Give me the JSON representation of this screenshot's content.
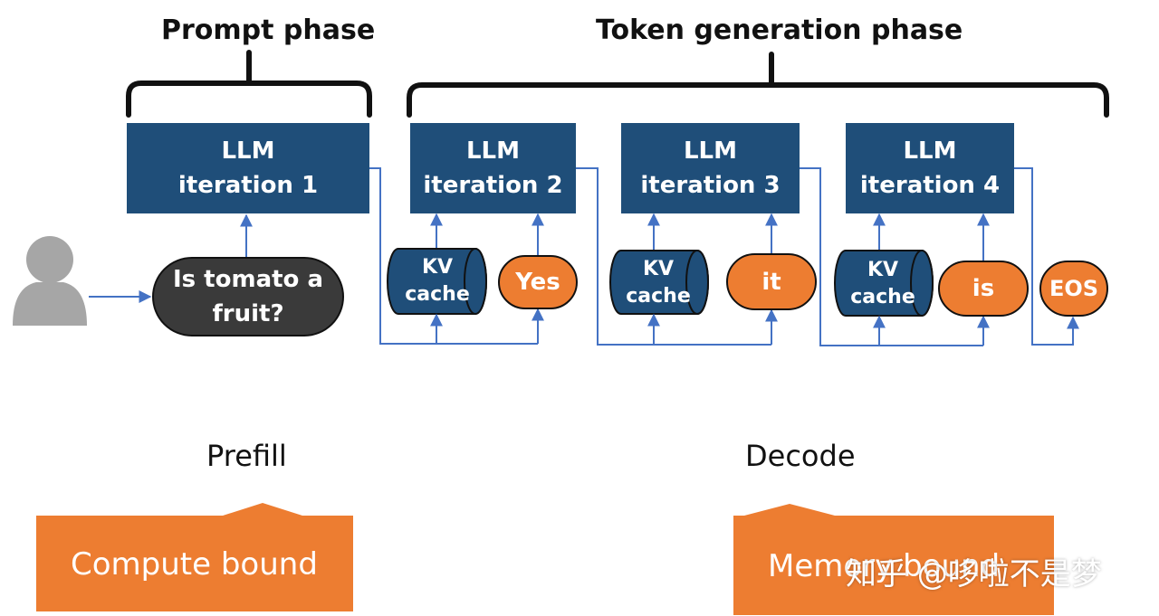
{
  "phases": {
    "prompt": "Prompt phase",
    "token_generation": "Token generation phase"
  },
  "iterations": [
    {
      "line1": "LLM",
      "line2": "iteration 1"
    },
    {
      "line1": "LLM",
      "line2": "iteration 2"
    },
    {
      "line1": "LLM",
      "line2": "iteration 3"
    },
    {
      "line1": "LLM",
      "line2": "iteration 4"
    }
  ],
  "prompt": {
    "line1": "Is tomato a",
    "line2": "fruit?"
  },
  "kv_cache": {
    "line1": "KV",
    "line2": "cache"
  },
  "tokens": [
    "Yes",
    "it",
    "is",
    "EOS"
  ],
  "stages": {
    "prefill": "Prefill",
    "decode": "Decode"
  },
  "callouts": {
    "prefill": "Compute  bound",
    "decode": "Memory bound"
  },
  "watermark": "知乎 @哆啦不是梦",
  "colors": {
    "llm_box": "#1f4e79",
    "token": "#ed7d31",
    "prompt": "#3a3a3a",
    "arrow": "#4472c4",
    "callout": "#ed7d31"
  }
}
